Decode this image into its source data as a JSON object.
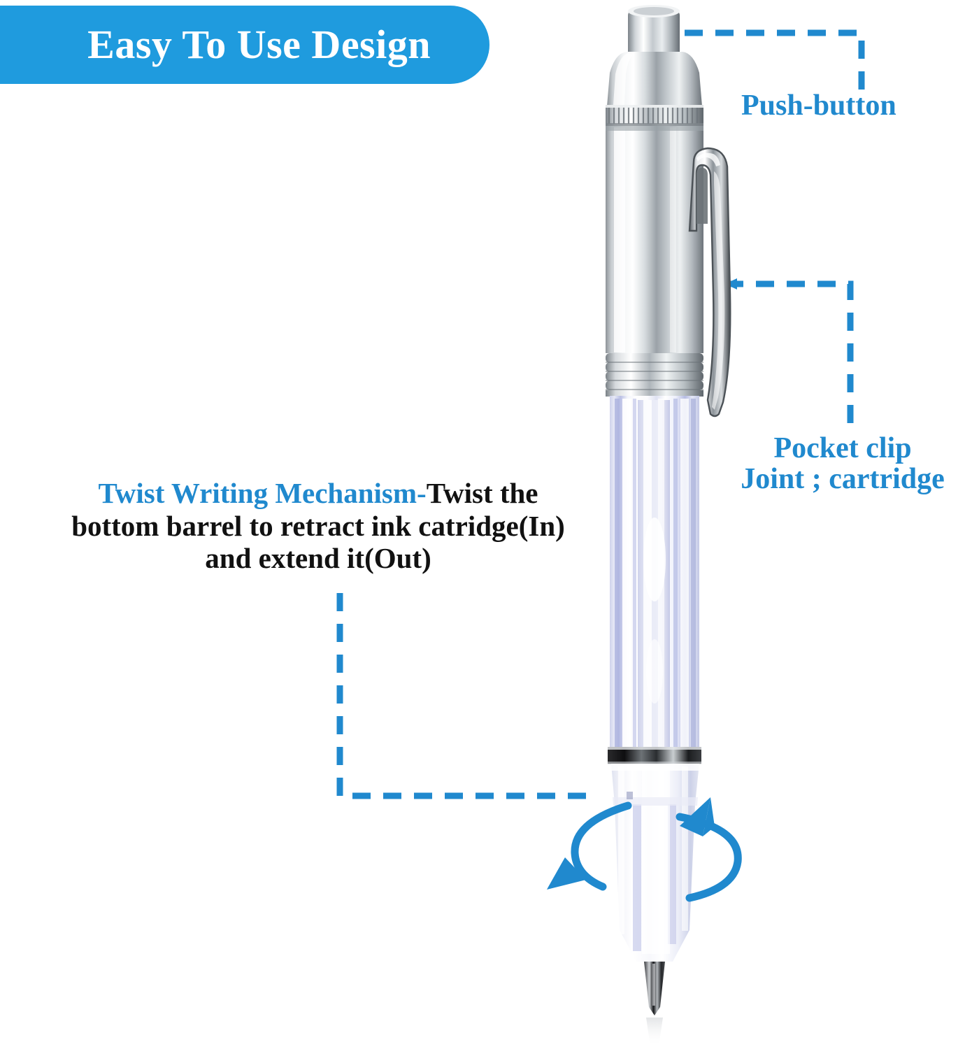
{
  "header": {
    "title": "Easy To Use Design",
    "banner_color": "#1F9BDE",
    "title_color": "#FFFFFF"
  },
  "accent_color": "#2089CE",
  "body_text_color": "#111111",
  "background_color": "#FFFFFF",
  "callouts": [
    {
      "id": "push-button",
      "label": "Push-button",
      "color": "#2089CE"
    },
    {
      "id": "pocket-clip",
      "label_line1": "Pocket clip",
      "label_line2": "Joint ; cartridge",
      "color": "#2089CE"
    }
  ],
  "twist_note": {
    "accent_text": "Twist Writing Mechanism-",
    "rest_text": "Twist the bottom barrel to retract ink catridge(In) and extend it(Out)",
    "accent_color": "#2089CE",
    "text_color": "#111111"
  },
  "product": {
    "name": "retractable ballpoint pen",
    "parts": [
      "push-button",
      "knurled-ring",
      "metal-cap-barrel",
      "pocket-clip",
      "threaded-joint",
      "clear-barrel",
      "ink-cartridge",
      "black-ring",
      "twist-cone",
      "pen-tip"
    ],
    "rotation_indicator": "twist-arrow-ellipse"
  },
  "icons": {
    "leader_line": "dashed-leader-line",
    "rotation_arrow": "rotation-arrow-icon"
  }
}
